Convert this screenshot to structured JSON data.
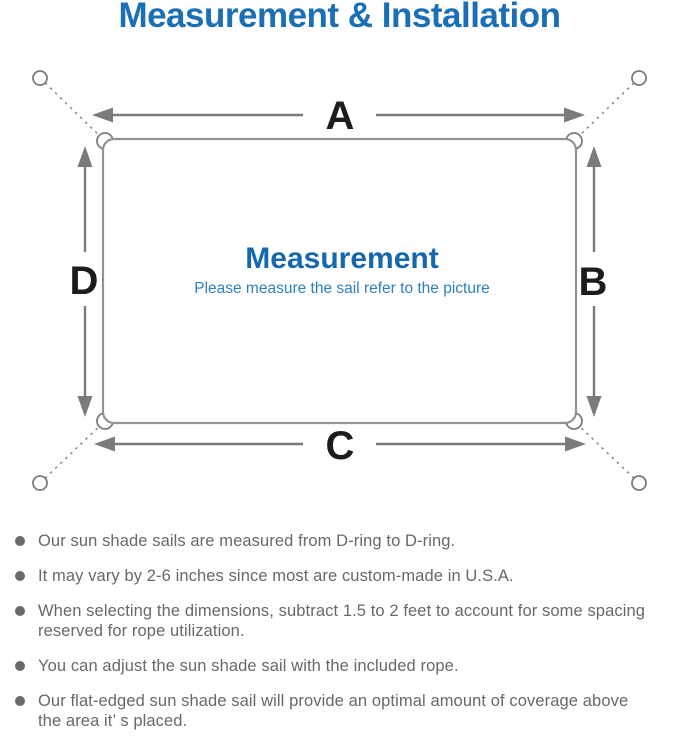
{
  "header": {
    "title": "Measurement & Installation"
  },
  "diagram": {
    "edge_labels": {
      "top": "A",
      "right": "B",
      "bottom": "C",
      "left": "D"
    },
    "center": {
      "heading": "Measurement",
      "subheading": "Please measure the sail refer to the picture"
    }
  },
  "notes": {
    "items": [
      "Our sun shade sails are measured from D-ring to D-ring.",
      "It may vary by 2-6 inches since most are custom-made in U.S.A.",
      "When selecting the dimensions, subtract 1.5 to 2 feet to account for some spacing\nreserved for rope utilization.",
      "You can adjust the sun shade sail with the included rope.",
      "Our flat-edged sun shade sail will provide an optimal amount of coverage above\nthe area it’ s placed."
    ]
  },
  "colors": {
    "title_blue": "#1b6fb5",
    "center_heading_blue": "#1568b0",
    "center_subheading_blue": "#2e7fc0",
    "diagram_line_gray": "#7b7b7b",
    "sail_outline_gray": "#929292",
    "label_black": "#1c1c1c",
    "note_text_gray": "#686868"
  }
}
